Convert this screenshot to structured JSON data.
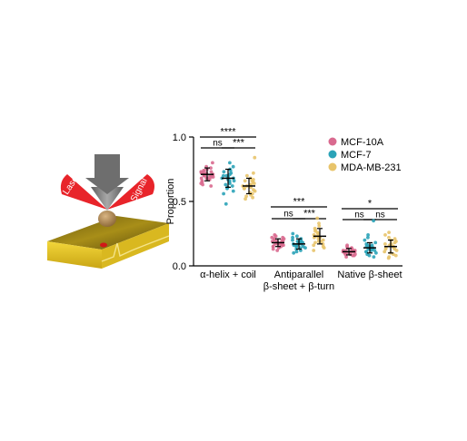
{
  "illustration": {
    "laser_label": "Laser",
    "signal_label": "Signal",
    "colors": {
      "laser_cone": "#e8242a",
      "probe": "#8a8a8a",
      "substrate": "#e3c21c",
      "cell": "#b58a55"
    }
  },
  "chart_data": {
    "type": "scatter",
    "ylabel": "Proportion",
    "ylim": [
      0,
      1.0
    ],
    "yticks": [
      "0.0",
      "0.5",
      "1.0"
    ],
    "categories": [
      "α-helix + coil",
      "Antiparallel β-sheet + β-turn",
      "Native β-sheet"
    ],
    "category_label_lines": [
      [
        "α-helix + coil"
      ],
      [
        "Antiparallel",
        "β-sheet + β-turn"
      ],
      [
        "Native β-sheet"
      ]
    ],
    "legend_position": "top-right",
    "series": [
      {
        "name": "MCF-10A",
        "color": "#d96a8f",
        "mean": [
          0.71,
          0.18,
          0.11
        ],
        "sd": [
          0.05,
          0.03,
          0.025
        ],
        "points": [
          [
            0.77,
            0.75,
            0.74,
            0.73,
            0.72,
            0.72,
            0.71,
            0.71,
            0.7,
            0.7,
            0.7,
            0.69,
            0.69,
            0.68,
            0.68,
            0.67,
            0.66,
            0.65,
            0.64,
            0.63,
            0.62,
            0.74,
            0.73,
            0.76,
            0.72,
            0.68,
            0.8
          ],
          [
            0.24,
            0.23,
            0.22,
            0.21,
            0.2,
            0.2,
            0.19,
            0.19,
            0.18,
            0.18,
            0.18,
            0.17,
            0.17,
            0.16,
            0.16,
            0.15,
            0.15,
            0.14,
            0.13,
            0.12,
            0.21,
            0.19,
            0.17,
            0.15,
            0.22
          ],
          [
            0.16,
            0.15,
            0.14,
            0.13,
            0.13,
            0.12,
            0.12,
            0.11,
            0.11,
            0.11,
            0.1,
            0.1,
            0.1,
            0.09,
            0.09,
            0.08,
            0.08,
            0.07,
            0.12,
            0.1,
            0.14,
            0.09,
            0.11
          ]
        ]
      },
      {
        "name": "MCF-7",
        "color": "#2ba3b8",
        "mean": [
          0.68,
          0.17,
          0.14
        ],
        "sd": [
          0.07,
          0.04,
          0.04
        ],
        "points": [
          [
            0.8,
            0.77,
            0.75,
            0.73,
            0.72,
            0.71,
            0.7,
            0.69,
            0.68,
            0.68,
            0.67,
            0.66,
            0.65,
            0.64,
            0.63,
            0.62,
            0.61,
            0.6,
            0.58,
            0.56,
            0.48,
            0.74,
            0.7,
            0.66
          ],
          [
            0.25,
            0.23,
            0.22,
            0.21,
            0.2,
            0.19,
            0.19,
            0.18,
            0.18,
            0.17,
            0.17,
            0.16,
            0.16,
            0.15,
            0.15,
            0.14,
            0.13,
            0.12,
            0.11,
            0.1,
            0.2,
            0.17,
            0.14
          ],
          [
            0.35,
            0.24,
            0.22,
            0.2,
            0.18,
            0.17,
            0.16,
            0.15,
            0.15,
            0.14,
            0.14,
            0.13,
            0.13,
            0.12,
            0.12,
            0.11,
            0.1,
            0.09,
            0.08,
            0.07,
            0.16,
            0.13,
            0.11
          ]
        ]
      },
      {
        "name": "MDA-MB-231",
        "color": "#e8c46b",
        "mean": [
          0.62,
          0.23,
          0.15
        ],
        "sd": [
          0.06,
          0.06,
          0.05
        ],
        "points": [
          [
            0.84,
            0.72,
            0.7,
            0.68,
            0.67,
            0.66,
            0.65,
            0.64,
            0.63,
            0.62,
            0.62,
            0.61,
            0.6,
            0.59,
            0.58,
            0.57,
            0.56,
            0.55,
            0.54,
            0.53,
            0.52,
            0.63,
            0.6,
            0.66
          ],
          [
            0.37,
            0.33,
            0.31,
            0.29,
            0.28,
            0.26,
            0.25,
            0.24,
            0.23,
            0.23,
            0.22,
            0.21,
            0.2,
            0.19,
            0.18,
            0.17,
            0.16,
            0.15,
            0.14,
            0.12,
            0.27,
            0.22,
            0.19
          ],
          [
            0.26,
            0.24,
            0.22,
            0.2,
            0.19,
            0.18,
            0.17,
            0.16,
            0.15,
            0.15,
            0.14,
            0.14,
            0.13,
            0.12,
            0.11,
            0.1,
            0.09,
            0.08,
            0.07,
            0.06,
            0.17,
            0.13,
            0.21
          ]
        ]
      }
    ],
    "significance": [
      {
        "category": 0,
        "from": 0,
        "to": 2,
        "label": "****",
        "level": "top"
      },
      {
        "category": 0,
        "from": 0,
        "to": 1,
        "label": "ns",
        "level": "low"
      },
      {
        "category": 0,
        "from": 1,
        "to": 2,
        "label": "***",
        "level": "low"
      },
      {
        "category": 1,
        "from": 0,
        "to": 2,
        "label": "***",
        "level": "top"
      },
      {
        "category": 1,
        "from": 0,
        "to": 1,
        "label": "ns",
        "level": "low"
      },
      {
        "category": 1,
        "from": 1,
        "to": 2,
        "label": "***",
        "level": "low"
      },
      {
        "category": 2,
        "from": 0,
        "to": 2,
        "label": "*",
        "level": "top"
      },
      {
        "category": 2,
        "from": 0,
        "to": 1,
        "label": "ns",
        "level": "low"
      },
      {
        "category": 2,
        "from": 1,
        "to": 2,
        "label": "ns",
        "level": "low"
      }
    ]
  }
}
